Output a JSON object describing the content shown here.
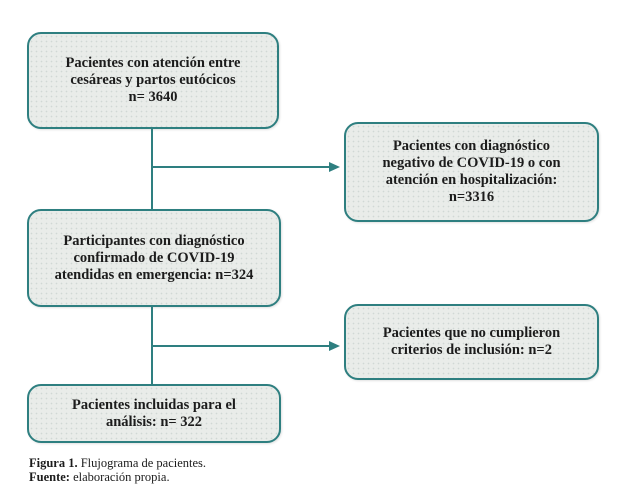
{
  "colors": {
    "accent": "#2e7f80",
    "box_fill": "#e9ece9",
    "text": "#1c1c1c"
  },
  "chart_type": "flowchart",
  "boxes": [
    {
      "name": "initial-population",
      "text": "Pacientes con atención entre\ncesáreas y partos eutócicos\nn= 3640",
      "n": 3640
    },
    {
      "name": "excluded-negative-or-hospitalized",
      "text": "Pacientes con diagnóstico\nnegativo de COVID-19 o con\natención en hospitalización:\nn=3316",
      "n": 3316
    },
    {
      "name": "confirmed-covid-emergency",
      "text": "Participantes con diagnóstico\nconfirmado de COVID-19\natendidas en emergencia: n=324",
      "n": 324
    },
    {
      "name": "excluded-inclusion-criteria",
      "text": "Pacientes que no cumplieron\ncriterios de inclusión: n=2",
      "n": 2
    },
    {
      "name": "included-for-analysis",
      "text": "Pacientes incluidas para el\nanálisis: n= 322",
      "n": 322
    }
  ],
  "caption": {
    "figure_label": "Figura 1.",
    "figure_text": " Flujograma de pacientes.",
    "source_label": "Fuente:",
    "source_text": " elaboración propia."
  }
}
